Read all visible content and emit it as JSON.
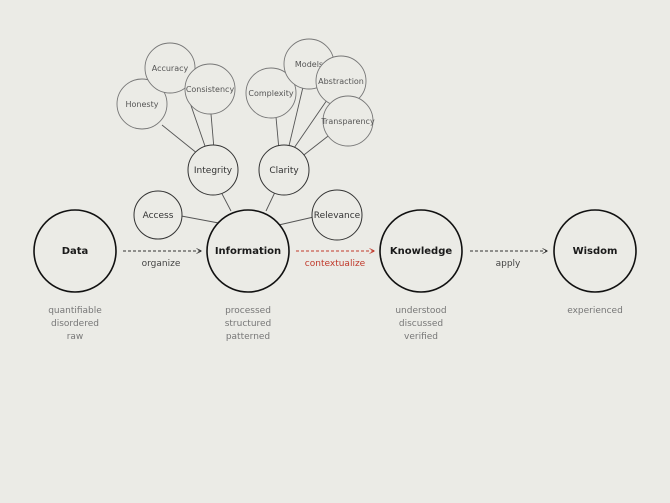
{
  "stages": [
    {
      "id": "data",
      "label": "Data",
      "description": [
        "quantifiable",
        "disordered",
        "raw"
      ]
    },
    {
      "id": "information",
      "label": "Information",
      "description": [
        "processed",
        "structured",
        "patterned"
      ]
    },
    {
      "id": "knowledge",
      "label": "Knowledge",
      "description": [
        "understood",
        "discussed",
        "verified"
      ]
    },
    {
      "id": "wisdom",
      "label": "Wisdom",
      "description": [
        "experienced"
      ]
    }
  ],
  "transitions": [
    {
      "label": "organize",
      "highlight": false
    },
    {
      "label": "contextualize",
      "highlight": true
    },
    {
      "label": "apply",
      "highlight": false
    }
  ],
  "information_attributes": {
    "access": "Access",
    "integrity": "Integrity",
    "clarity": "Clarity",
    "relevance": "Relevance"
  },
  "integrity_attributes": {
    "honesty": "Honesty",
    "accuracy": "Accuracy",
    "consistency": "Consistency"
  },
  "clarity_attributes": {
    "complexity": "Complexity",
    "models": "Models",
    "abstraction": "Abstraction",
    "transparency": "Transparency"
  },
  "colors": {
    "background": "#ebebe6",
    "stroke_primary": "#111111",
    "stroke_secondary": "#555555",
    "stroke_tertiary": "#777777",
    "highlight": "#c0392b"
  }
}
